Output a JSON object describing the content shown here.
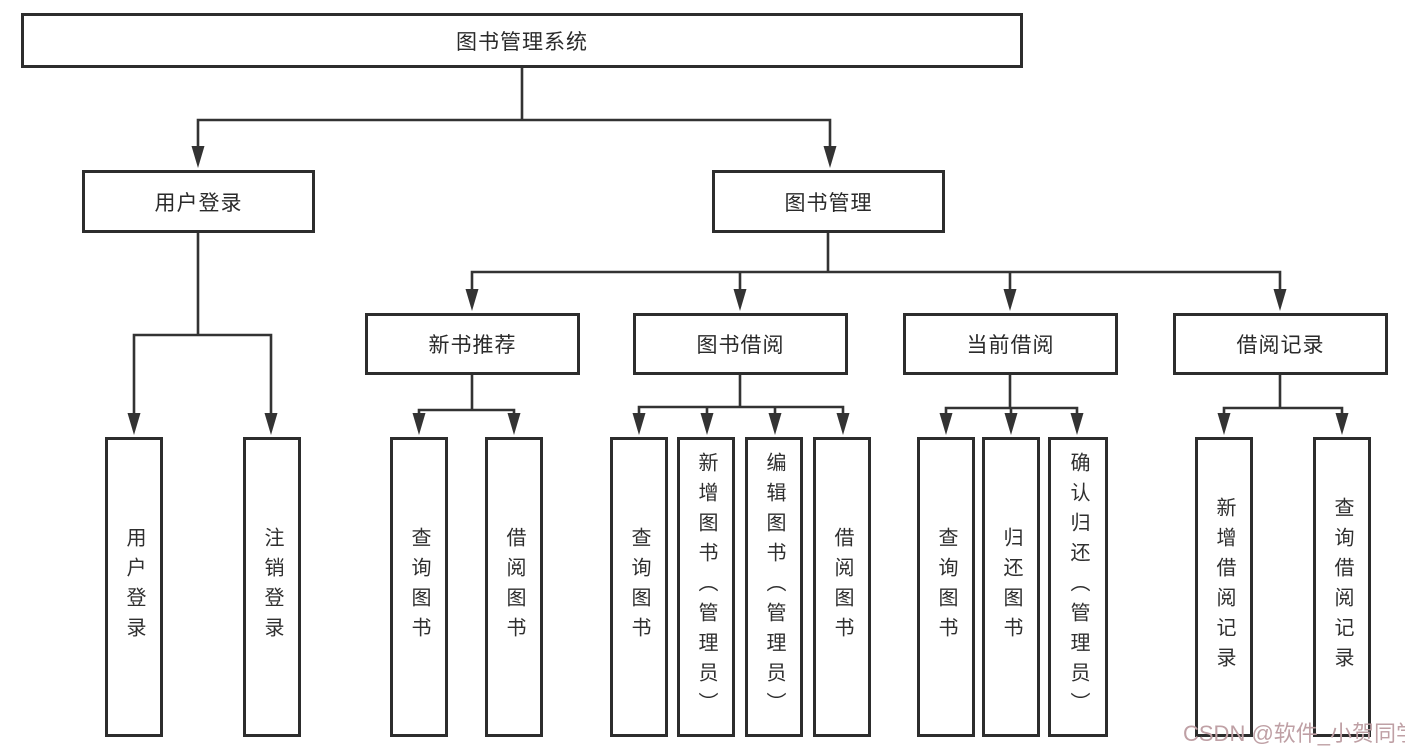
{
  "tree": {
    "label": "图书管理系统",
    "children": [
      {
        "label": "用户登录",
        "children": [
          {
            "label": "用户登录"
          },
          {
            "label": "注销登录"
          }
        ]
      },
      {
        "label": "图书管理",
        "children": [
          {
            "label": "新书推荐",
            "children": [
              {
                "label": "查询图书"
              },
              {
                "label": "借阅图书"
              }
            ]
          },
          {
            "label": "图书借阅",
            "children": [
              {
                "label": "查询图书"
              },
              {
                "label": "新增图书（管理员）"
              },
              {
                "label": "编辑图书（管理员）"
              },
              {
                "label": "借阅图书"
              }
            ]
          },
          {
            "label": "当前借阅",
            "children": [
              {
                "label": "查询图书"
              },
              {
                "label": "归还图书"
              },
              {
                "label": "确认归还（管理员）"
              }
            ]
          },
          {
            "label": "借阅记录",
            "children": [
              {
                "label": "新增借阅记录"
              },
              {
                "label": "查询借阅记录"
              }
            ]
          }
        ]
      }
    ]
  },
  "watermark": {
    "text": "CSDN @软件_小贺同学"
  },
  "colors": {
    "line": "#333333",
    "border": "#2d2d2d",
    "watermark": "#bfa0a5"
  }
}
